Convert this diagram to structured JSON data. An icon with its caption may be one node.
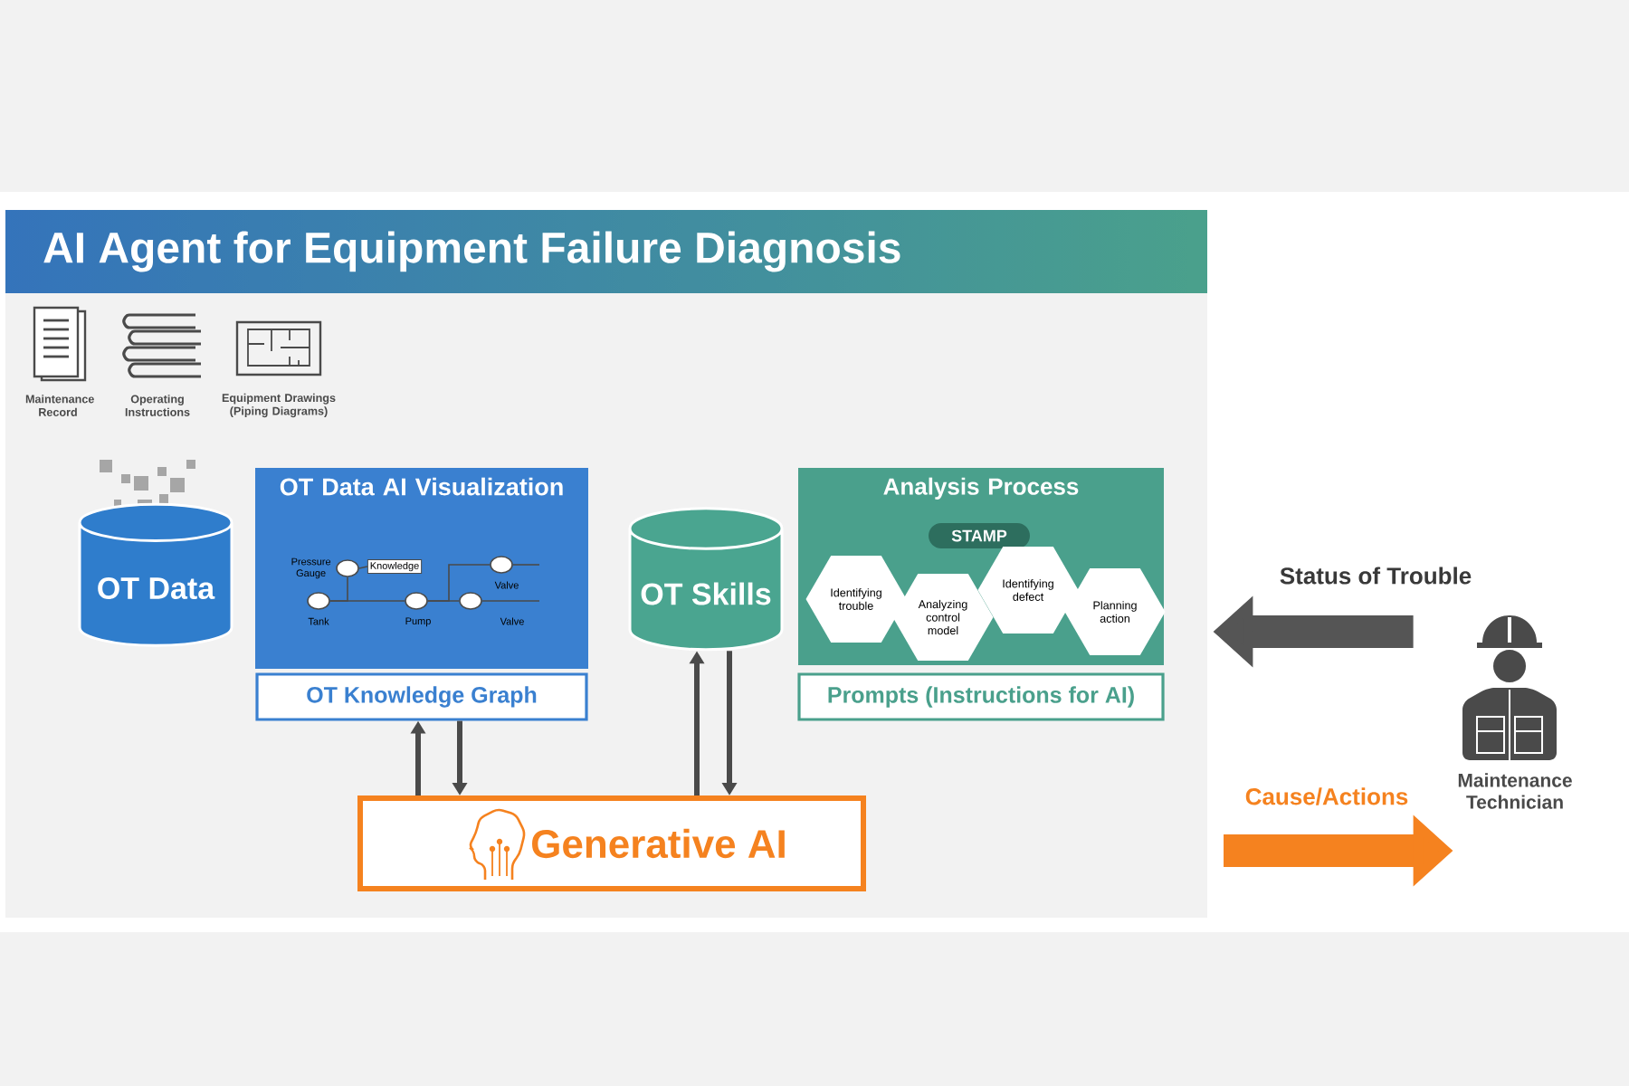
{
  "diagram": {
    "title": "AI Agent for Equipment Failure Diagnosis",
    "nodes": [
      {
        "text": [
          "OT Data"
        ]
      },
      {
        "text": [
          "OT Data AI Visualization"
        ]
      },
      {
        "text": [],
        "shape": "circle",
        "in": 1,
        "beside": [
          "Pressure Gauge"
        ]
      },
      {
        "text": [
          "Knowledge"
        ],
        "in": 1
      },
      {
        "text": [],
        "shape": "circle",
        "in": 1,
        "beside": [
          "Tank"
        ]
      },
      {
        "text": [],
        "shape": "circle",
        "in": 1,
        "beside": [
          "Pump"
        ]
      },
      {
        "text": [],
        "shape": "circle",
        "in": 1,
        "beside": [
          "Valve"
        ]
      },
      {
        "text": [],
        "shape": "circle",
        "in": 1,
        "beside": [
          "Valve"
        ]
      },
      {
        "text": [
          "OT Knowledge Graph"
        ]
      },
      {
        "text": [
          "OT Skills"
        ]
      },
      {
        "text": [
          "Analysis Process"
        ]
      },
      {
        "text": [
          "STAMP"
        ],
        "in": 10
      },
      {
        "text": [
          "Identifying trouble"
        ],
        "in": 10
      },
      {
        "text": [
          "Analyzing control model"
        ],
        "in": 10
      },
      {
        "text": [
          "Identifying defect"
        ],
        "in": 10
      },
      {
        "text": [
          "Planning action"
        ],
        "in": 10
      },
      {
        "text": [
          "Prompts (Instructions for AI)"
        ]
      },
      {
        "text": [
          "Generative AI"
        ]
      },
      {
        "text": [
          "Maintenance Technician"
        ]
      }
    ],
    "edges": [
      {
        "from": 2,
        "to": 3,
        "arrow": "none"
      },
      {
        "from": 2,
        "to": 4,
        "arrow": "none"
      },
      {
        "from": 4,
        "to": 5,
        "arrow": "none"
      },
      {
        "from": 5,
        "to": 7,
        "arrow": "none"
      },
      {
        "from": 5,
        "to": 6,
        "arrow": "none"
      },
      {
        "from": 6,
        "to": null,
        "arrow": "none"
      },
      {
        "from": 7,
        "to": null,
        "arrow": "none"
      },
      {
        "from": 17,
        "to": 8,
        "arrow": "to",
        "style": "thick"
      },
      {
        "from": 8,
        "to": 17,
        "arrow": "to",
        "style": "thick"
      },
      {
        "from": 17,
        "to": 9,
        "arrow": "to",
        "style": "thick"
      },
      {
        "from": 9,
        "to": 17,
        "arrow": "to",
        "style": "thick"
      },
      {
        "from": 18,
        "to": 10,
        "arrow": "to",
        "label": "Status of Trouble",
        "style": "thick",
        "color": "#555555"
      },
      {
        "from": null,
        "to": 18,
        "arrow": "to",
        "label": "Cause/Actions",
        "style": "thick",
        "color": "#f5821f"
      }
    ],
    "labels": [
      "Maintenance Record",
      "Operating Instructions",
      "Equipment Drawings (Piping Diagrams)"
    ]
  }
}
